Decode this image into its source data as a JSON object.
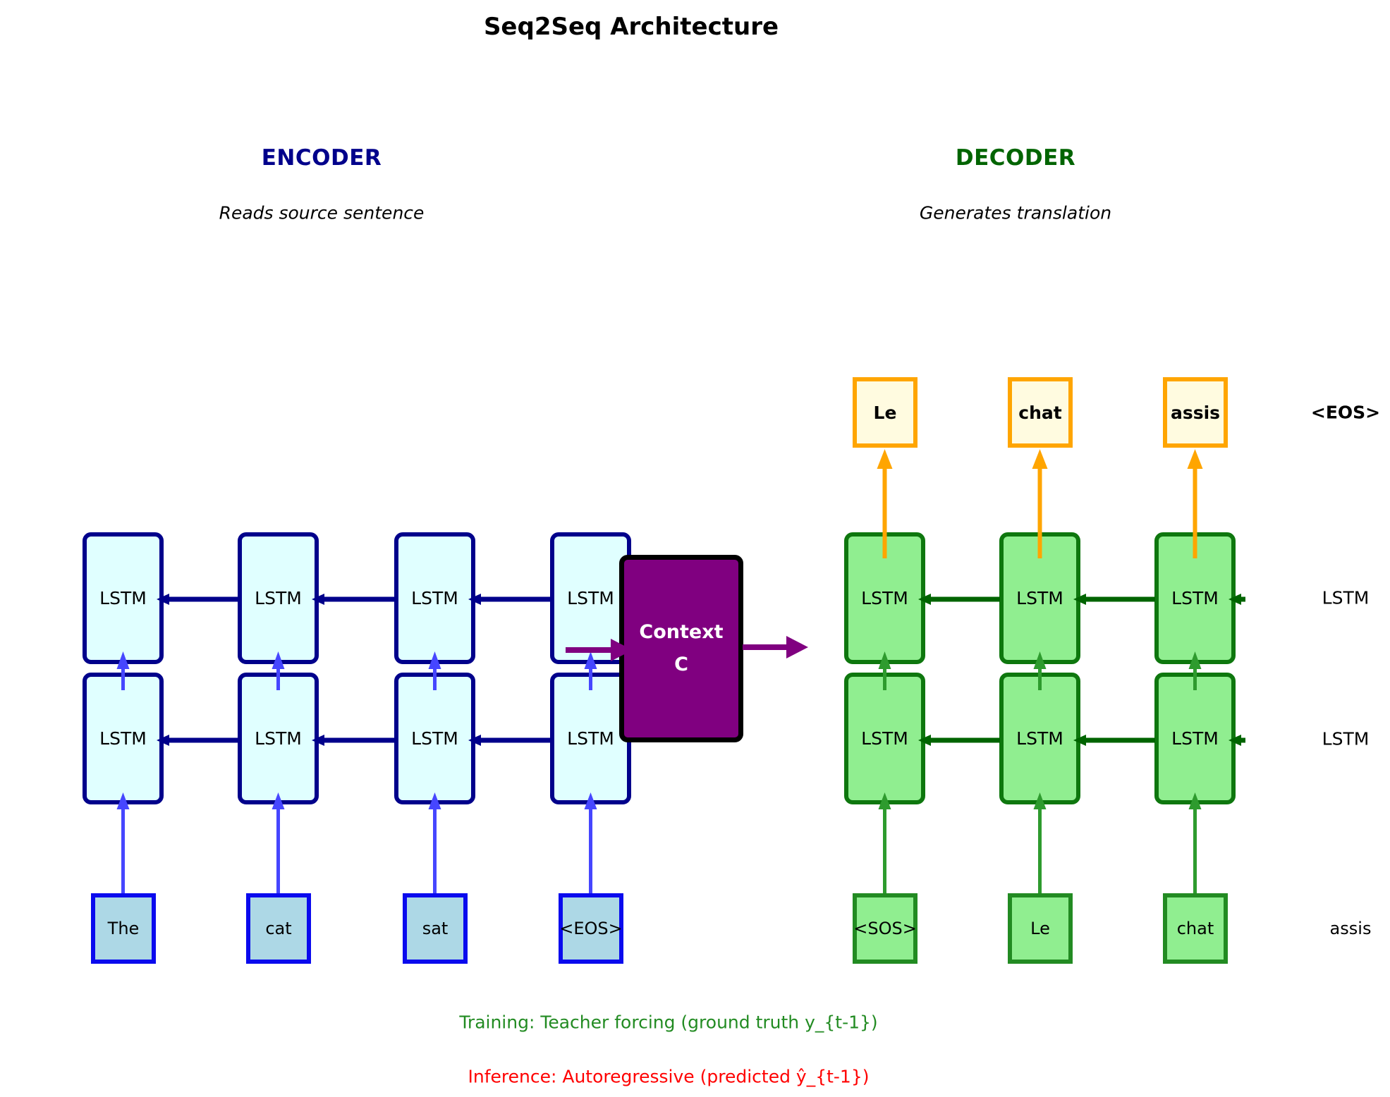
{
  "title": "Seq2Seq Architecture",
  "encoder": {
    "heading": "ENCODER",
    "subtitle": "Reads source sentence",
    "unit_label": "LSTM",
    "inputs": [
      "The",
      "cat",
      "sat",
      "<EOS>"
    ]
  },
  "decoder": {
    "heading": "DECODER",
    "subtitle": "Generates translation",
    "unit_label": "LSTM",
    "inputs": [
      "<SOS>",
      "Le",
      "chat",
      "assis"
    ],
    "outputs": [
      "Le",
      "chat",
      "assis",
      "<EOS>"
    ]
  },
  "context": {
    "label_line1": "Context",
    "label_line2": "C"
  },
  "captions": {
    "training": "Training: Teacher forcing (ground truth y_{t-1})",
    "inference": "Inference: Autoregressive (predicted ŷ_{t-1})"
  },
  "colors": {
    "title": "#000000",
    "subtitle": "#000000",
    "label_text": "#000000",
    "encoder_heading": "#00008B",
    "decoder_heading": "#006400",
    "enc_box_fill": "#E0FFFF",
    "enc_box_border": "#00008B",
    "enc_connector": "#00008B",
    "enc_arrow": "#4646FF",
    "enc_input_fill": "#ADD8E6",
    "enc_input_border": "#0A0AEE",
    "dec_box_fill": "#90EE90",
    "dec_box_border": "#0E770E",
    "dec_connector": "#006400",
    "dec_arrow": "#2E9B2E",
    "dec_input_fill": "#90EE90",
    "dec_input_border": "#228B22",
    "out_box_fill": "#FFFBE0",
    "out_box_border": "#FFA500",
    "out_arrow": "#FFA500",
    "context_fill": "#800080",
    "context_border": "#000000",
    "context_text": "#FFFFFF",
    "caption_training": "#228B22",
    "caption_inference": "#FF0000"
  }
}
